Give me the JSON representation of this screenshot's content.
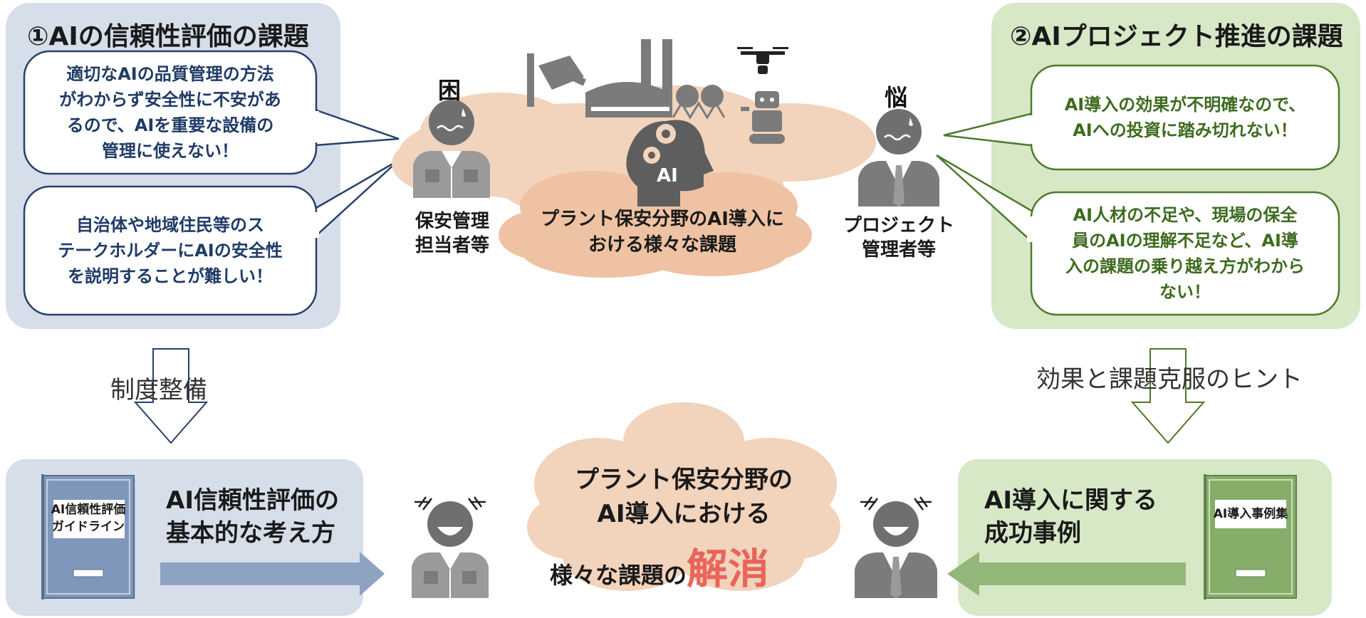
{
  "colors": {
    "blue_panel": "#d6deea",
    "green_panel": "#d6e8c6",
    "blue_border": "#27406b",
    "green_border": "#4e7a2b",
    "cloud": "#f2d3bb",
    "cloud_dark": "#eec2a2",
    "figure_gray": "#7b7b7b",
    "accent_red": "#e8655a",
    "blue_arrow": "#8ea3c2",
    "green_arrow": "#93b778"
  },
  "left_panel": {
    "title": "①AIの信頼性評価の課題",
    "bubble1": [
      "適切なAIの品質管理の方法",
      "がわからず安全性に不安があ",
      "るので、AIを重要な設備の",
      "管理に使えない！"
    ],
    "bubble2": [
      "自治体や地域住民等のス",
      "テークホルダーにAIの安全性",
      "を説明することが難しい！"
    ]
  },
  "right_panel": {
    "title": "②AIプロジェクト推進の課題",
    "bubble1": [
      "AI導入の効果が不明確なので、",
      "AIへの投資に踏み切れない！"
    ],
    "bubble2": [
      "AI人材の不足や、現場の保全",
      "員のAIの理解不足など、AI導",
      "入の課題の乗り越え方がわから",
      "ない！"
    ]
  },
  "center_top": {
    "worker_mark": "困",
    "worker_caption": [
      "保安管理",
      "担当者等"
    ],
    "manager_mark": "悩",
    "manager_caption": [
      "プロジェクト",
      "管理者等"
    ],
    "cloud_text": [
      "プラント保安分野のAI導入に",
      "おける様々な課題"
    ],
    "ai_head_label": "AI"
  },
  "arrows": {
    "left_label": "制度整備",
    "right_label": "効果と課題克服のヒント"
  },
  "bottom_left": {
    "book_label": [
      "AI信頼性評価",
      "ガイドライン"
    ],
    "text": [
      "AI信頼性評価の",
      "基本的な考え方"
    ]
  },
  "bottom_right": {
    "book_label": [
      "AI導入事例集"
    ],
    "text": [
      "AI導入に関する",
      "成功事例"
    ]
  },
  "bottom_center": {
    "line1": "プラント保安分野の",
    "line2": "AI導入における",
    "line3_prefix": "様々な課題の",
    "line3_emphasis": "解消"
  }
}
